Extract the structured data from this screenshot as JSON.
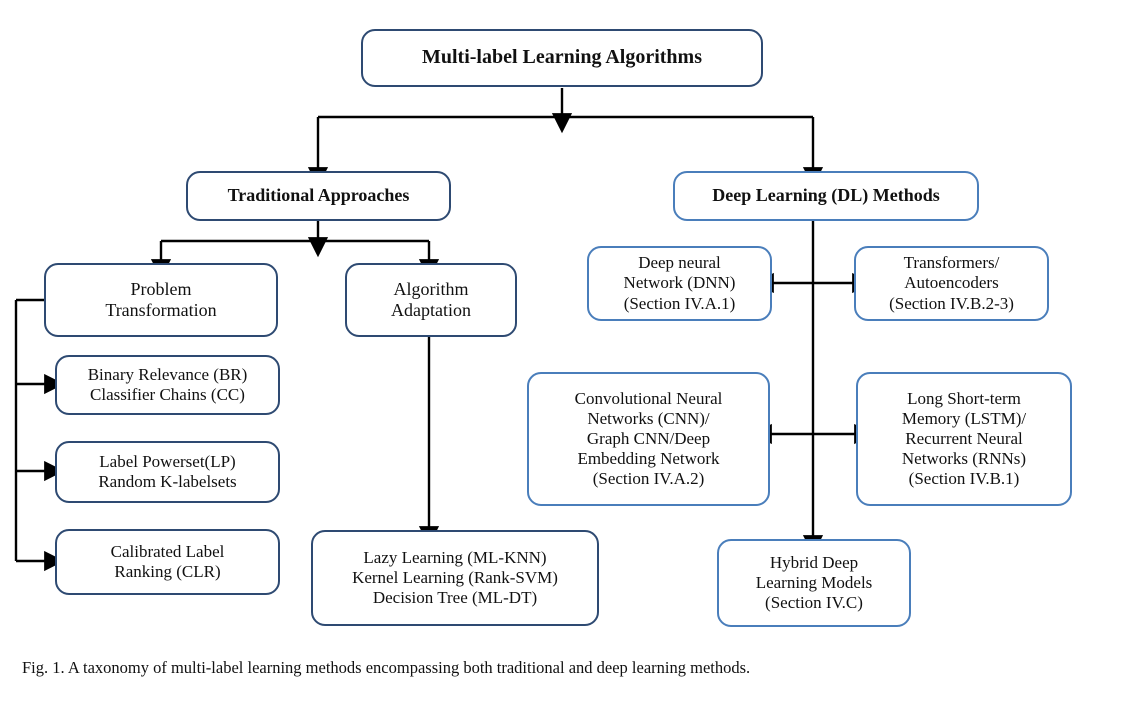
{
  "figure": {
    "caption": "Fig. 1.  A taxonomy of multi-label learning methods encompassing both traditional and deep learning methods.",
    "colors": {
      "navy_border": "#2e4a72",
      "blue_border": "#4a7ebb",
      "connector": "#000000",
      "background": "#ffffff",
      "text": "#111111"
    }
  },
  "diagram": {
    "type": "tree-taxonomy",
    "root": {
      "label": "Multi-label Learning Algorithms"
    },
    "branches": {
      "traditional": {
        "label": "Traditional Approaches"
      },
      "deep_learning": {
        "label": "Deep Learning (DL) Methods"
      }
    },
    "nodes": {
      "problem_transformation": {
        "label": "Problem\nTransformation"
      },
      "algorithm_adaptation": {
        "label": "Algorithm\nAdaptation"
      },
      "binary_relevance": {
        "label": "Binary Relevance (BR)\nClassifier Chains (CC)"
      },
      "label_powerset": {
        "label": "Label Powerset(LP)\nRandom K-labelsets"
      },
      "calibrated_label_ranking": {
        "label": "Calibrated Label\nRanking (CLR)"
      },
      "algorithm_adaptation_methods": {
        "label": "Lazy Learning (ML-KNN)\nKernel Learning (Rank-SVM)\nDecision Tree (ML-DT)"
      },
      "deep_neural_network": {
        "label": "Deep neural\nNetwork (DNN)\n(Section IV.A.1)"
      },
      "transformers_autoencoders": {
        "label": "Transformers/\nAutoencoders\n(Section IV.B.2-3)"
      },
      "cnn_graph_embedding": {
        "label": "Convolutional Neural\nNetworks (CNN)/\nGraph CNN/Deep\nEmbedding Network\n(Section IV.A.2)"
      },
      "lstm_rnn": {
        "label": "Long Short-term\nMemory (LSTM)/\nRecurrent Neural\nNetworks (RNNs)\n(Section IV.B.1)"
      },
      "hybrid_deep_learning": {
        "label": "Hybrid Deep\nLearning Models\n(Section IV.C)"
      }
    }
  }
}
